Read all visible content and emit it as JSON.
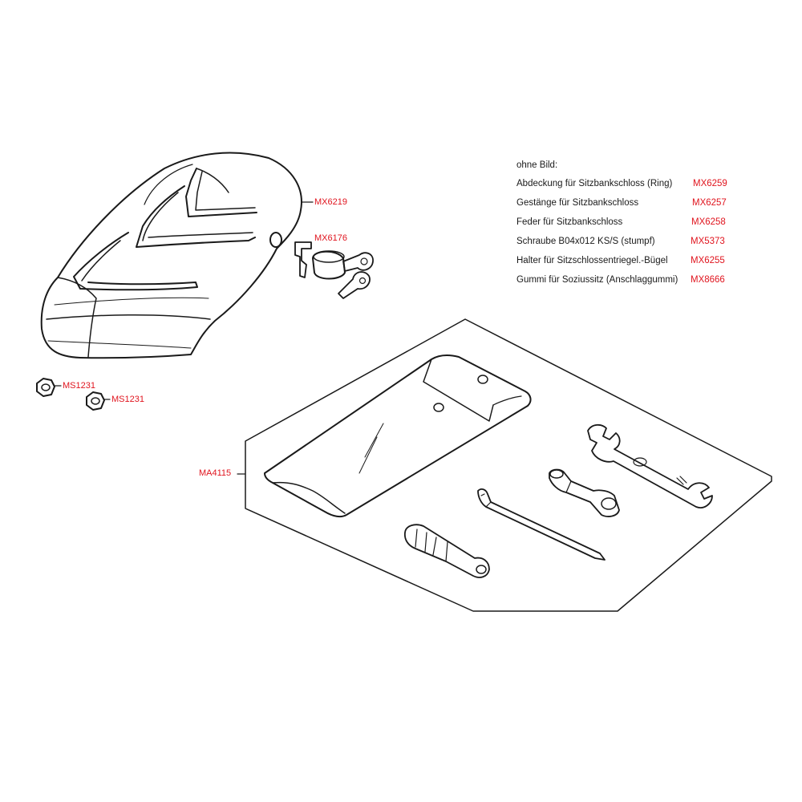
{
  "callouts": {
    "seat": "MX6219",
    "lock": "MX6176",
    "nut_1": "MS1231",
    "nut_2": "MS1231",
    "toolkit": "MA4115"
  },
  "parts_list": {
    "heading": "ohne Bild:",
    "items": [
      {
        "description": "Abdeckung für Sitzbankschloss (Ring)",
        "code": "MX6259"
      },
      {
        "description": "Gestänge für Sitzbankschloss",
        "code": "MX6257"
      },
      {
        "description": "Feder für Sitzbankschloss",
        "code": "MX6258"
      },
      {
        "description": "Schraube B04x012 KS/S (stumpf)",
        "code": "MX5373"
      },
      {
        "description": "Halter für Sitzschlossentriegel.-Bügel",
        "code": "MX6255"
      },
      {
        "description": "Gummi für Soziussitz (Anschlaggummi)",
        "code": "MX8666"
      }
    ]
  },
  "colors": {
    "code_red": "#e0141e",
    "line": "#1a1a1a"
  }
}
